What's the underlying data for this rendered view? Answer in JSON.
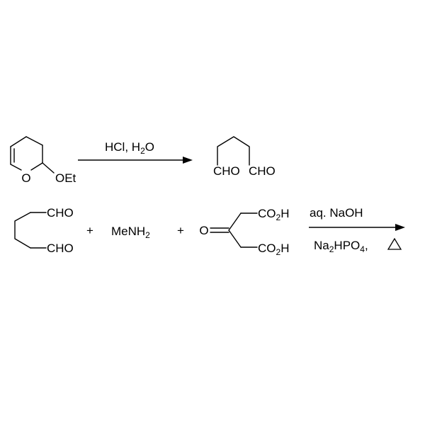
{
  "reaction1": {
    "substituent": "OEt",
    "ring_oxygen": "O",
    "conditions": [
      "HCl, H",
      "2",
      "O"
    ],
    "product_left": "CHO",
    "product_right": "CHO"
  },
  "reaction2": {
    "aldehyde_top": "CHO",
    "aldehyde_bottom": "CHO",
    "plus1": "+",
    "amine": [
      "MeNH",
      "2"
    ],
    "plus2": "+",
    "keto_oxygen": "O",
    "acid_top": [
      "CO",
      "2",
      "H"
    ],
    "acid_bottom": [
      "CO",
      "2",
      "H"
    ],
    "conditions_above": "aq. NaOH",
    "conditions_below": [
      "Na",
      "2",
      "HPO",
      "4",
      ", "
    ]
  }
}
